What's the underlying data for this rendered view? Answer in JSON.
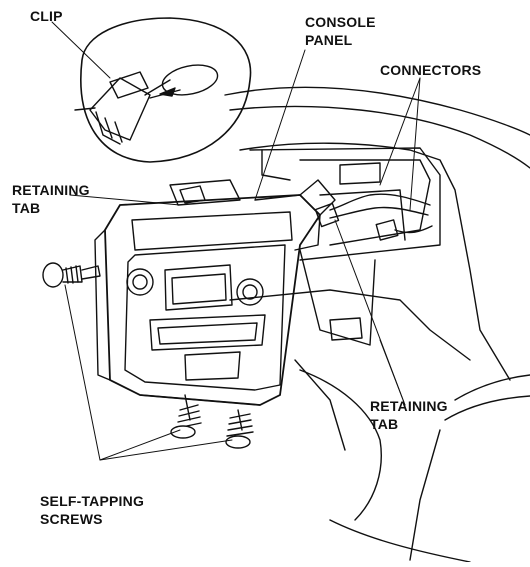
{
  "labels": {
    "clip": "CLIP",
    "console_panel_line1": "CONSOLE",
    "console_panel_line2": "PANEL",
    "connectors": "CONNECTORS",
    "retaining_tab_left_line1": "RETAINING",
    "retaining_tab_left_line2": "TAB",
    "retaining_tab_right_line1": "RETAINING",
    "retaining_tab_right_line2": "TAB",
    "screws_line1": "SELF-TAPPING",
    "screws_line2": "SCREWS"
  },
  "colors": {
    "ink": "#111111",
    "paper": "#ffffff"
  }
}
